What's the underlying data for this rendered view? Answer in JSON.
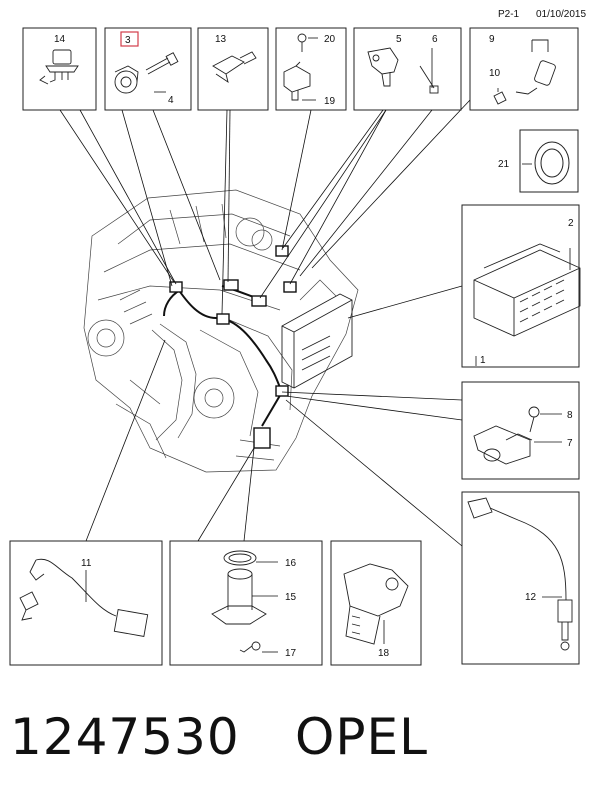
{
  "header": {
    "page": "P2-1",
    "date": "01/10/2015"
  },
  "callouts": {
    "c1": "1",
    "c2": "2",
    "c3": "3",
    "c4": "4",
    "c5": "5",
    "c6": "6",
    "c7": "7",
    "c8": "8",
    "c9": "9",
    "c10": "10",
    "c11": "11",
    "c12": "12",
    "c13": "13",
    "c14": "14",
    "c15": "15",
    "c16": "16",
    "c17": "17",
    "c18": "18",
    "c19": "19",
    "c20": "20",
    "c21": "21"
  },
  "highlight_color": "#d23c4a",
  "footer": {
    "part_number": "1247530",
    "brand": "OPEL"
  }
}
